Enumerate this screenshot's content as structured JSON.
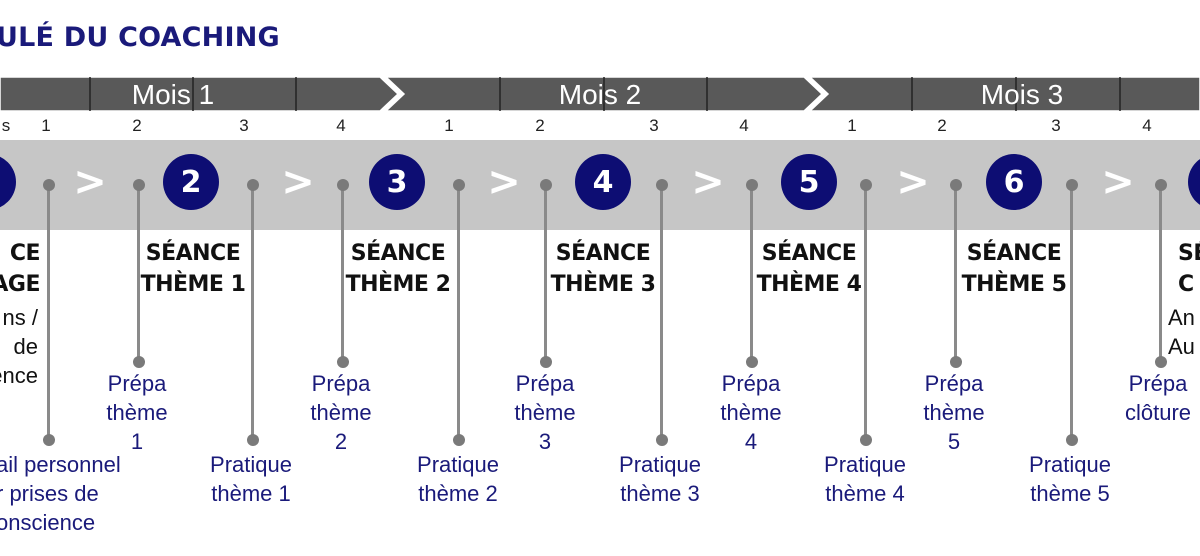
{
  "title": "ULÉ DU COACHING",
  "months": [
    {
      "label": "Mois 1"
    },
    {
      "label": "Mois 2"
    },
    {
      "label": "Mois 3"
    }
  ],
  "weeks": {
    "partial_first": "s",
    "labels": [
      "1",
      "2",
      "3",
      "4",
      "1",
      "2",
      "3",
      "4",
      "1",
      "2",
      "3",
      "4"
    ]
  },
  "chevron": ">",
  "sessions": [
    {
      "number": "",
      "line1": "CE",
      "line2": "AGE"
    },
    {
      "number": "2",
      "line1": "SÉANCE",
      "line2": "THÈME 1"
    },
    {
      "number": "3",
      "line1": "SÉANCE",
      "line2": "THÈME 2"
    },
    {
      "number": "4",
      "line1": "SÉANCE",
      "line2": "THÈME 3"
    },
    {
      "number": "5",
      "line1": "SÉANCE",
      "line2": "THÈME 4"
    },
    {
      "number": "6",
      "line1": "SÉANCE",
      "line2": "THÈME 5"
    },
    {
      "number": "",
      "line1": "SÉ",
      "line2": "C"
    }
  ],
  "first_session_details": [
    "ns /",
    "de",
    "ence"
  ],
  "last_session_details": [
    "An",
    "Au"
  ],
  "prep_items": [
    {
      "line1": "Prépa",
      "line2": "thème",
      "line3": "1"
    },
    {
      "line1": "Prépa",
      "line2": "thème",
      "line3": "2"
    },
    {
      "line1": "Prépa",
      "line2": "thème",
      "line3": "3"
    },
    {
      "line1": "Prépa",
      "line2": "thème",
      "line3": "4"
    },
    {
      "line1": "Prépa",
      "line2": "thème",
      "line3": "5"
    },
    {
      "line1": "Prépa",
      "line2": "clôture",
      "line3": ""
    }
  ],
  "practice_items": [
    {
      "line1": "ail personnel",
      "line2": "r prises de",
      "line3": "onscience"
    },
    {
      "line1": "Pratique",
      "line2": "thème 1",
      "line3": ""
    },
    {
      "line1": "Pratique",
      "line2": "thème 2",
      "line3": ""
    },
    {
      "line1": "Pratique",
      "line2": "thème 3",
      "line3": ""
    },
    {
      "line1": "Pratique",
      "line2": "thème 4",
      "line3": ""
    },
    {
      "line1": "Pratique",
      "line2": "thème 5",
      "line3": ""
    }
  ],
  "colors": {
    "navy": "#0d0d73",
    "text_navy": "#1a1a7a",
    "month_bar": "#595959",
    "band": "#c6c6c6",
    "stem": "#8a8a8a"
  }
}
